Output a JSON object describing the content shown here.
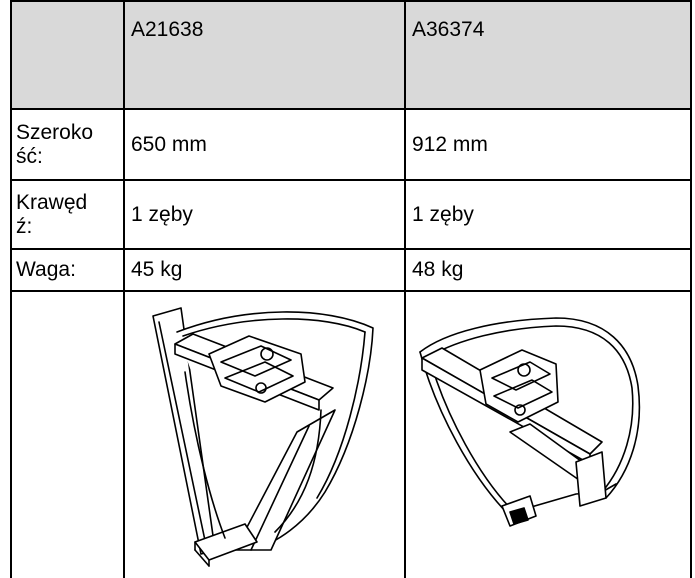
{
  "header": {
    "models": [
      "A21638",
      "A36374"
    ]
  },
  "rows": {
    "width": {
      "label": "Szeroko­ść:",
      "label_line1": "Szeroko",
      "label_line2": "ść:",
      "values": [
        "650 mm",
        "912 mm"
      ]
    },
    "edge": {
      "label_line1": "Krawęd",
      "label_line2": "ź:",
      "values": [
        "1 zęby",
        "1 zęby"
      ]
    },
    "weight": {
      "label": "Waga:",
      "values": [
        "45 kg",
        "48 kg"
      ]
    }
  },
  "images": [
    {
      "icon": "bucket-narrow-icon"
    },
    {
      "icon": "bucket-wide-icon"
    }
  ],
  "colors": {
    "header_bg": "#d9d9d9",
    "border": "#000000"
  }
}
